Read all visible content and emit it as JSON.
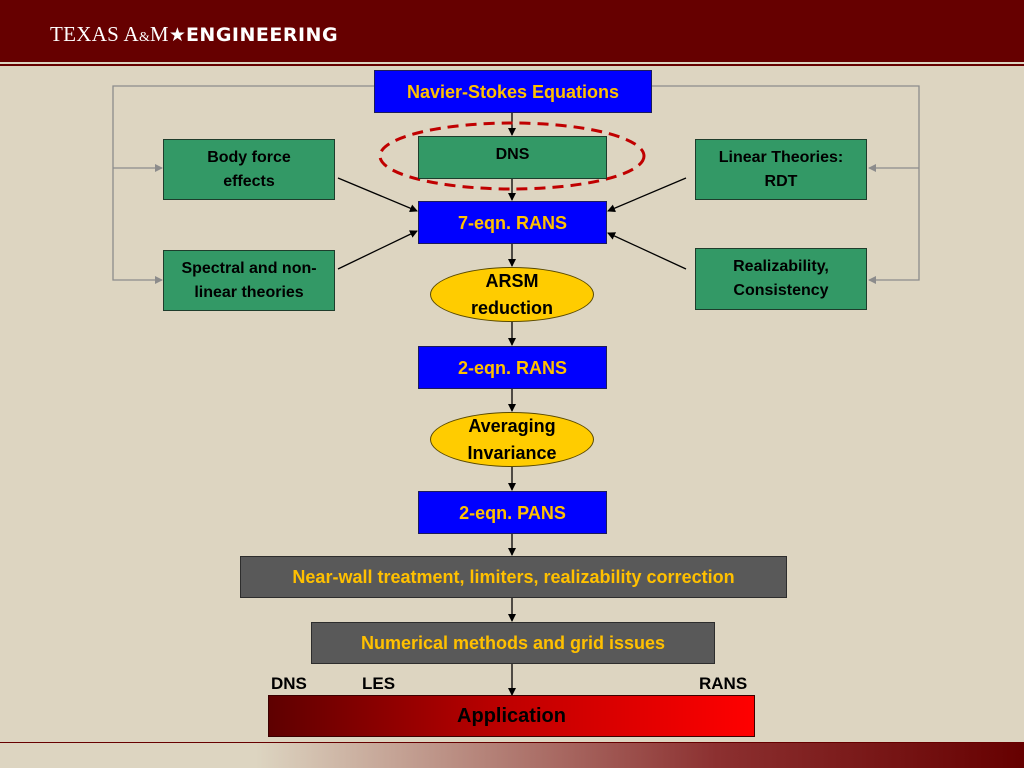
{
  "header": {
    "logo_texas": "TEXAS A",
    "logo_amp": "&",
    "logo_m": "M",
    "logo_star": "★",
    "logo_engineering": "ENGINEERING"
  },
  "diagram": {
    "navier_stokes": "Navier-Stokes Equations",
    "dns_box": "DNS",
    "body_force_line1": "Body force",
    "body_force_line2": "effects",
    "spectral_line1": "Spectral and non-",
    "spectral_line2": "linear theories",
    "linear_line1": "Linear Theories:",
    "linear_line2": "RDT",
    "realizability_line1": "Realizability,",
    "realizability_line2": "Consistency",
    "rans7": "7-eqn. RANS",
    "arsm_line1": "ARSM",
    "arsm_line2": "reduction",
    "rans2": "2-eqn. RANS",
    "averaging_line1": "Averaging",
    "averaging_line2": "Invariance",
    "pans2": "2-eqn. PANS",
    "near_wall": "Near-wall treatment, limiters, realizability correction",
    "numerical": "Numerical methods and grid issues",
    "application": "Application",
    "scale_dns": "DNS",
    "scale_les": "LES",
    "scale_rans": "RANS"
  },
  "colors": {
    "header": "#660000",
    "background": "#ddd5c1",
    "blue_box": "#0000ff",
    "green_box": "#339966",
    "gray_box": "#595959",
    "gold_text": "#ffc000",
    "ellipse": "#ffcc00",
    "dashed_ellipse": "#c00000"
  }
}
